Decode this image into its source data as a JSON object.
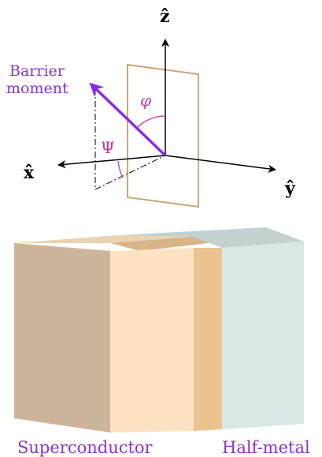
{
  "axes": {
    "z_label": "ẑ",
    "x_label": "x̂",
    "y_label": "ŷ"
  },
  "moment": {
    "label_line1": "Barrier",
    "label_line2": "moment"
  },
  "angles": {
    "phi": "φ",
    "psi": "Ψ"
  },
  "materials": {
    "left": "Superconductor",
    "right": "Half-metal"
  },
  "colors": {
    "moment_purple": "#8a2be2",
    "angle_magenta": "#cc3399",
    "plane_tan": "#c8a878",
    "sc_face": "#fde3c3",
    "sc_side": "#cdb59c",
    "sc_top": "#ead3b3",
    "barrier_face": "#ecc28f",
    "barrier_top": "#d9b48a",
    "hm_face": "#d9e7e6",
    "hm_top": "#c3d1d0",
    "label_purple": "#8a34c9"
  }
}
